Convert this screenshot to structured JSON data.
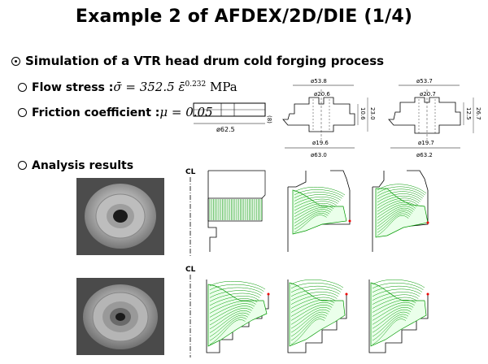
{
  "title": "Example 2 of AFDEX/2D/DIE (1/4)",
  "main_bullet": "Simulation of a VTR head drum cold forging process",
  "flow_stress": {
    "label": "Flow stress :",
    "equation_lhs": "σ̄ = 352.5 ",
    "epsilon": "ε̄",
    "exponent": "0.232",
    "unit": " MPa"
  },
  "friction": {
    "label": "Friction coefficient :",
    "equation": "μ = 0.05"
  },
  "analysis_label": "Analysis results",
  "billet_dims": {
    "diameter": "ø62.5",
    "height": "(8)"
  },
  "part1_dims": {
    "top": "ø53.8",
    "inner_top": "ø20.6",
    "inner_bottom": "ø19.6",
    "bottom": "ø63.0",
    "h1": "10.6",
    "h2": "23.0"
  },
  "part2_dims": {
    "top": "ø53.7",
    "inner_top": "ø20.7",
    "inner_bottom": "ø19.7",
    "bottom": "ø63.2",
    "h1": "12.5",
    "h2": "26.7"
  },
  "axis_label": "CL"
}
